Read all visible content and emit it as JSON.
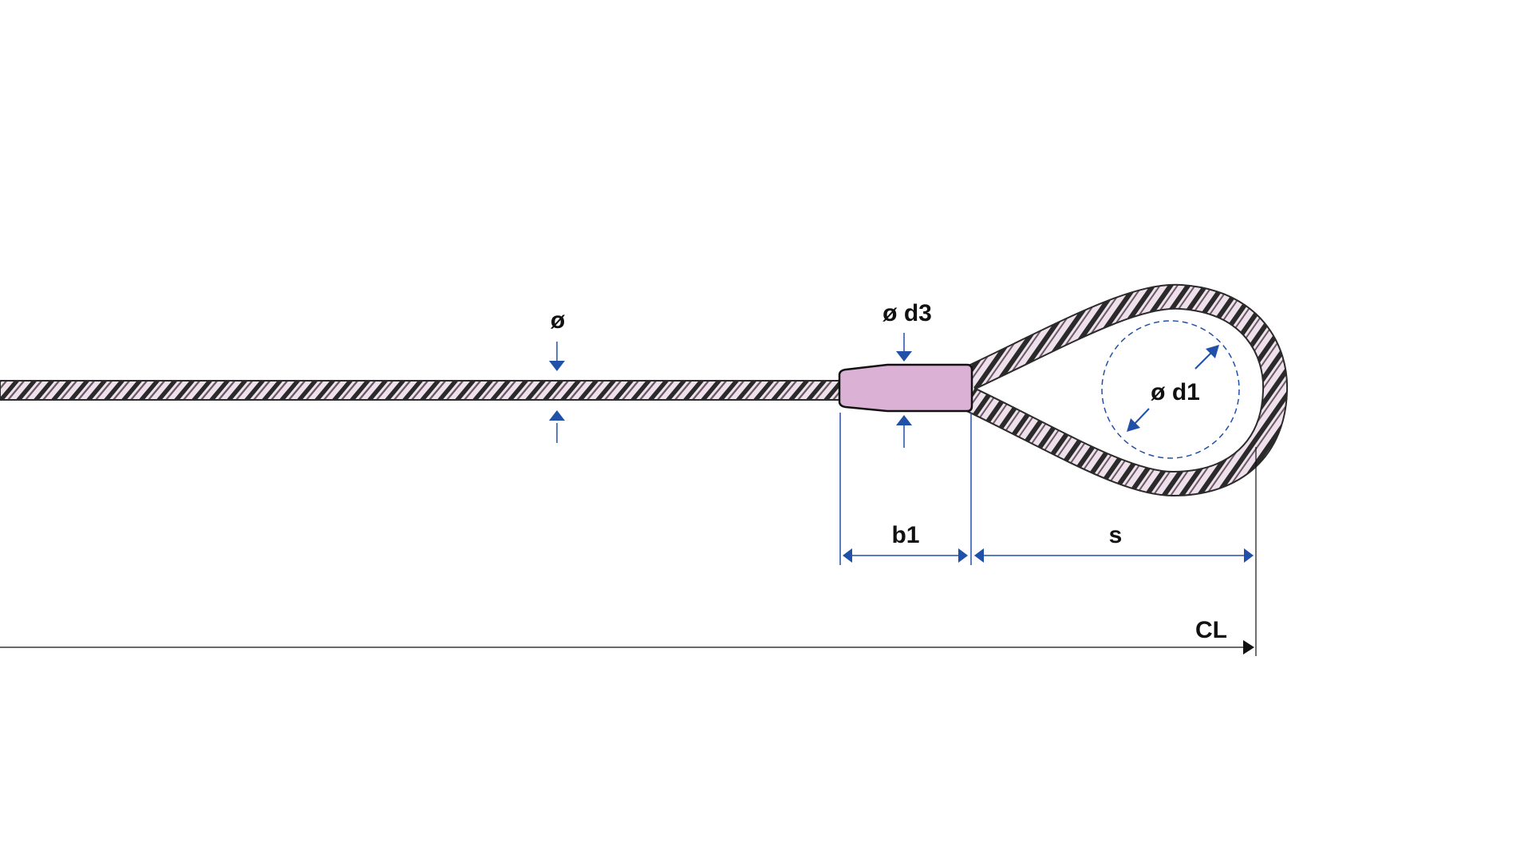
{
  "labels": {
    "rope_diameter": "ø",
    "ferrule_diameter": "ø d3",
    "eye_diameter": "ø d1",
    "ferrule_length": "b1",
    "eye_length": "s",
    "cable_length": "CL"
  },
  "colors": {
    "dimension_blue": "#2050a8",
    "rope_dark": "#2a2a2a",
    "rope_light": "#efe1ec",
    "ferrule_fill": "#dcb1d6",
    "ferrule_stroke": "#111111",
    "cl_line": "#111111"
  }
}
